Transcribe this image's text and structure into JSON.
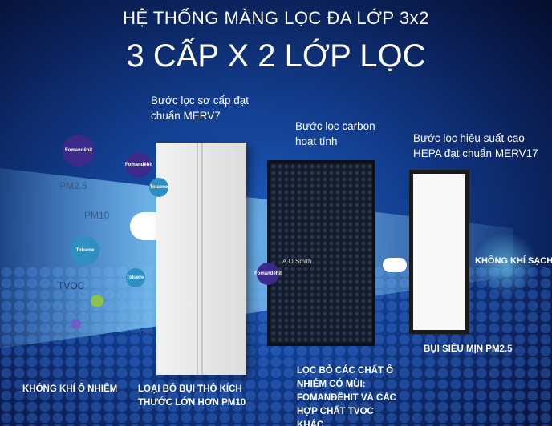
{
  "header": {
    "title": "HỆ THỐNG MÀNG LỌC ĐA LỚP 3x2",
    "subtitle": "3 CẤP X 2 LỚP LỌC"
  },
  "stages": [
    {
      "label": "Bước lọc sơ cấp đạt chuẩn MERV7",
      "caption": "LOẠI BỎ BỤI THÔ KÍCH THƯỚC LỚN HƠN PM10"
    },
    {
      "label": "Bước lọc carbon hoạt tính",
      "caption_a": "LỌC BỎ CÁC CHẤT Ô NHIỄM CÓ MÙI: ",
      "caption_b": "FOMANĐÊHIT",
      "caption_c": " VÀ CÁC HỢP CHẤT TVOC KHÁC"
    },
    {
      "label": "Bước lọc hiệu suất cao HEPA đạt chuẩn MERV17",
      "caption": "BỤI SIÊU MỊN PM2.5"
    }
  ],
  "input_caption": "KHÔNG KHÍ Ô NHIỄM",
  "output_label": "KHÔNG KHÍ SẠCH",
  "pollutants": {
    "formaldehyde": "Fomandêhit",
    "pm25": "PM2.5",
    "pm10": "PM10",
    "toluene": "Toluene",
    "tvoc": "TVOC"
  },
  "brand": "A.O.Smith",
  "colors": {
    "background": "#0a1f55",
    "air": "#8fd6ff",
    "formaldehyde_bubble": "#3b2a8a",
    "toluene_bubble": "#2f8fc0"
  }
}
